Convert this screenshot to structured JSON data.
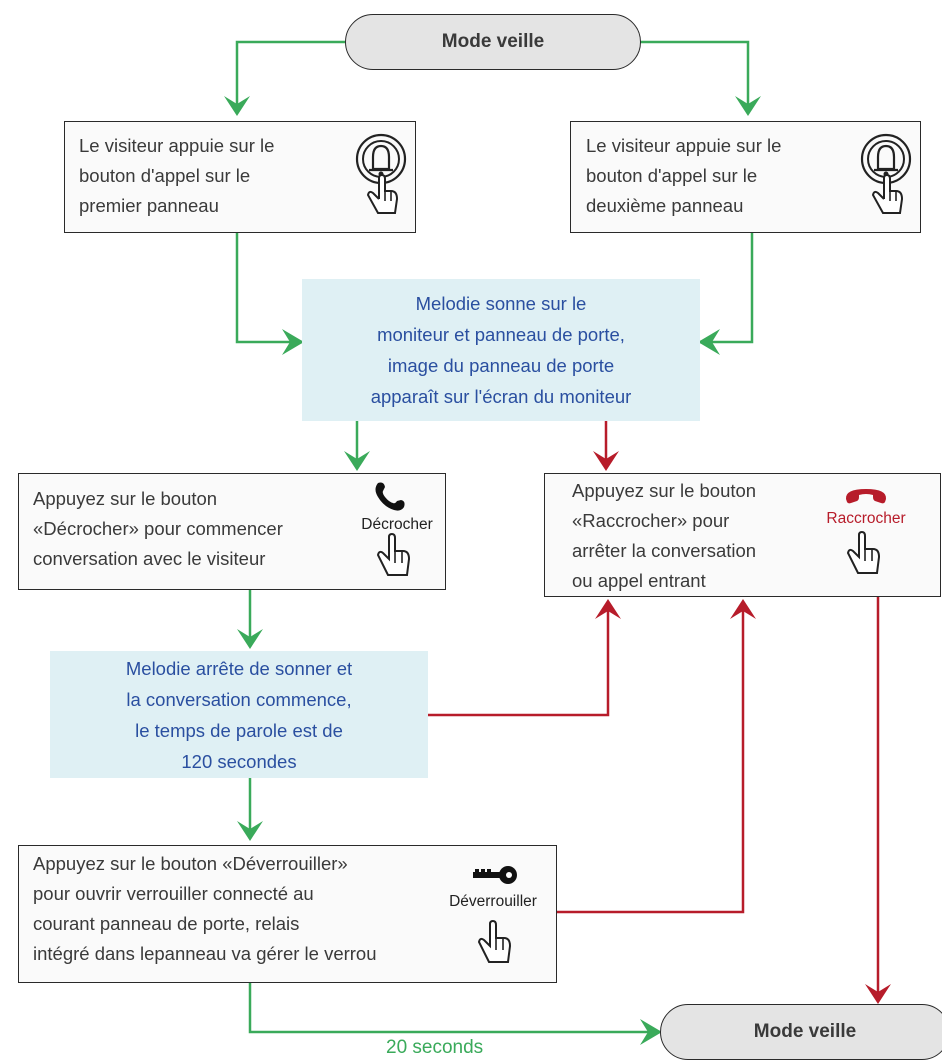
{
  "start_node": {
    "label": "Mode veille"
  },
  "end_node": {
    "label": "Mode veille"
  },
  "visitor_panel_1": {
    "text": "Le visiteur appuie sur le\nbouton d'appel sur le\npremier panneau",
    "icon": "bell-push-icon"
  },
  "visitor_panel_2": {
    "text": "Le visiteur appuie sur le\nbouton d'appel sur le\ndeuxième panneau",
    "icon": "bell-push-icon"
  },
  "ringing_info": {
    "text": "Melodie sonne sur le\nmoniteur et panneau de porte,\nimage du panneau de porte\napparaît sur l'écran du moniteur"
  },
  "answer_step": {
    "text": "Appuyez sur le bouton\n«Décrocher» pour commencer\nconversation avec le visiteur",
    "button_label": "Décrocher",
    "icon": "phone-handset-icon"
  },
  "hangup_step": {
    "text": "Appuyez sur le bouton\n«Raccrocher» pour\narrêter la conversation\nou appel entrant",
    "button_label": "Raccrocher",
    "icon": "phone-hangup-icon"
  },
  "conversation_info": {
    "text": "Melodie arrête de sonner et\nla conversation commence,\nle temps de parole est de\n120 secondes"
  },
  "unlock_step": {
    "text": "Appuyez sur le bouton «Déverrouiller»\npour ouvrir verrouiller connecté au\ncourant panneau de porte, relais\nintégré dans lepanneau va gérer le verrou",
    "button_label": "Déverrouiller",
    "icon": "key-icon"
  },
  "timeout_label": "20 seconds",
  "colors": {
    "green_arrow": "#3aaa5a",
    "red_arrow": "#b71c2a",
    "info_fill": "#dff0f4",
    "info_text": "#2a4fa0",
    "pill_fill": "#e4e4e4"
  }
}
